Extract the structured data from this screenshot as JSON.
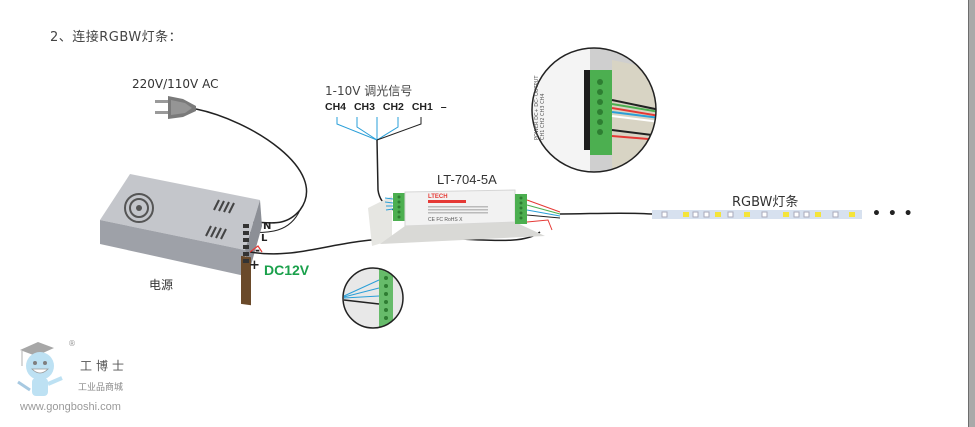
{
  "heading": "2、连接RGBW灯条：",
  "power_input": {
    "label": "220V/110V AC"
  },
  "dimming_signal": {
    "label": "1-10V 调光信号",
    "channels": [
      "CH4",
      "CH3",
      "CH2",
      "CH1",
      "–"
    ]
  },
  "controller": {
    "model": "LT-704-5A",
    "brand": "LTECH",
    "marks": [
      "CE",
      "FC",
      "RoHS",
      "X"
    ]
  },
  "output_closeup": {
    "labels": [
      "POWER",
      "DC+",
      "DC-",
      "OUTPUT",
      "CH1",
      "CH2",
      "CH3",
      "CH4"
    ]
  },
  "strip": {
    "label": "RGBW灯条",
    "continuation": "• • •"
  },
  "power_supply": {
    "label": "电源",
    "terminals": {
      "n": "N",
      "l": "L",
      "minus": "-",
      "plus": "+"
    },
    "output": "DC12V"
  },
  "watermark": {
    "name": "工博士",
    "subtitle": "工业品商城",
    "url": "www.gongboshi.com",
    "registered": "®"
  },
  "colors": {
    "dc_label": "#1aa04b",
    "signal_wire": "#2a9fd8",
    "terminal_green": "#4caf50",
    "wire_black": "#222222",
    "wire_red": "#e53935"
  }
}
